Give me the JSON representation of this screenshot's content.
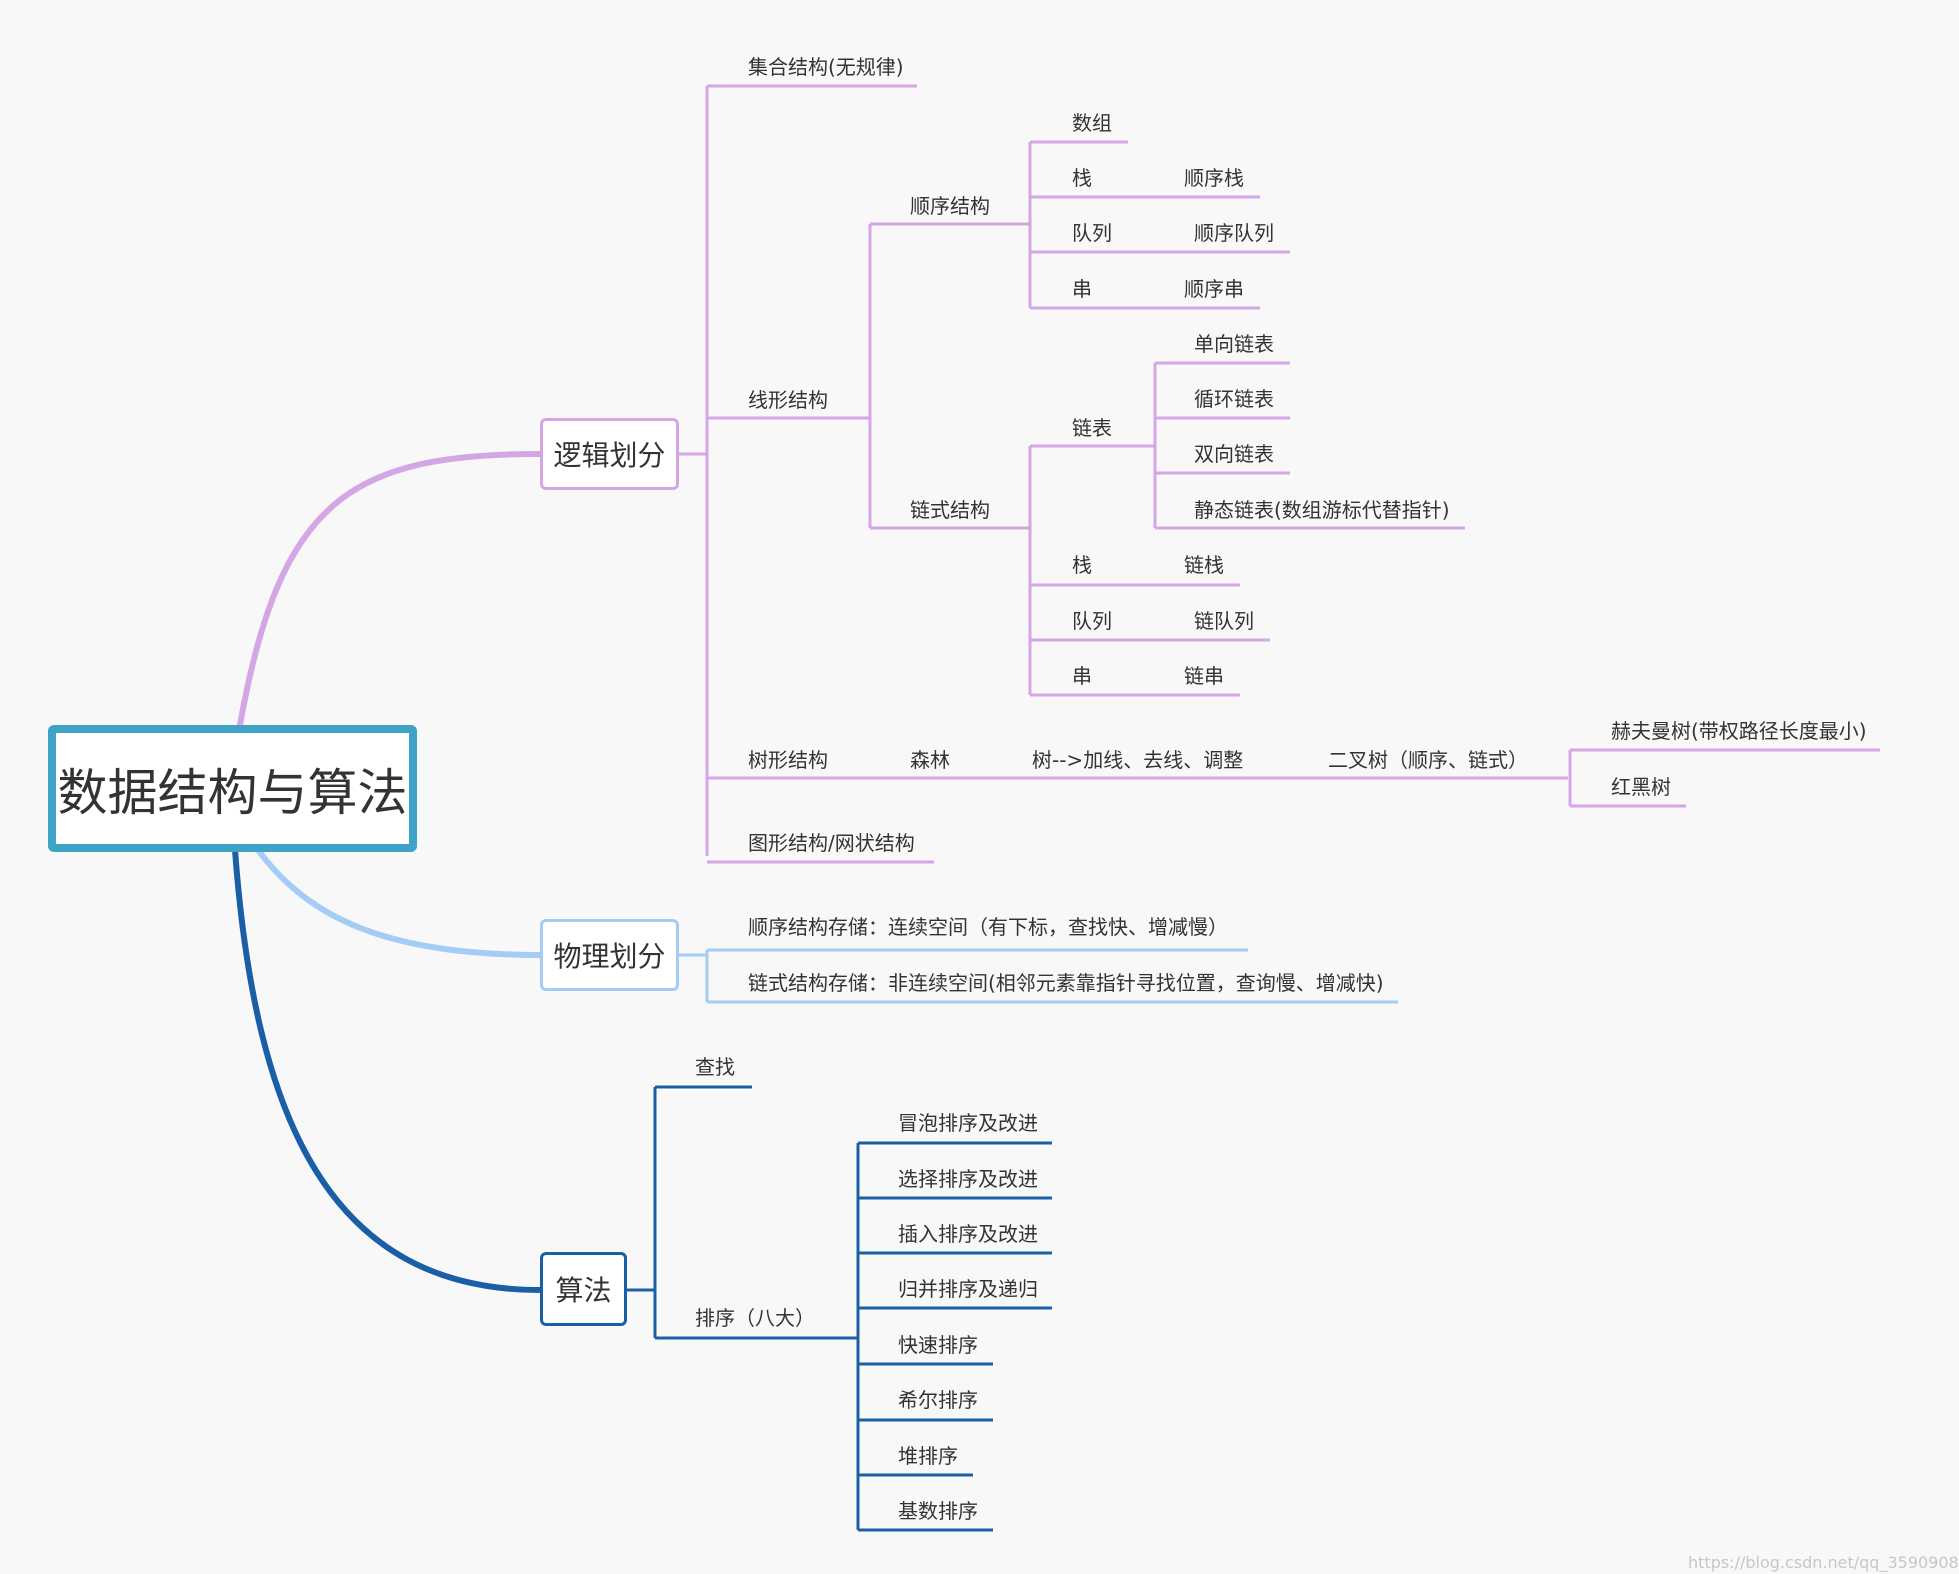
{
  "root": "数据结构与算法",
  "logic": {
    "label": "逻辑划分",
    "set": "集合结构(无规律)",
    "linear": "线形结构",
    "seq": "顺序结构",
    "seq_items": [
      "数组",
      "栈",
      "顺序栈",
      "队列",
      "顺序队列",
      "串",
      "顺序串"
    ],
    "linked": "链式结构",
    "linklist": "链表",
    "linklist_items": [
      "单向链表",
      "循环链表",
      "双向链表",
      "静态链表(数组游标代替指针)"
    ],
    "linked_items": [
      "栈",
      "链栈",
      "队列",
      "链队列",
      "串",
      "链串"
    ],
    "tree": "树形结构",
    "forest": "森林",
    "tree_conv": "树-->加线、去线、调整",
    "binary": "二叉树（顺序、链式）",
    "huffman": "赫夫曼树(带权路径长度最小)",
    "redblack": "红黑树",
    "graph": "图形结构/网状结构"
  },
  "physical": {
    "label": "物理划分",
    "seq_store": "顺序结构存储：连续空间（有下标，查找快、增减慢）",
    "link_store": "链式结构存储：非连续空间(相邻元素靠指针寻找位置，查询慢、增减快)"
  },
  "algo": {
    "label": "算法",
    "search": "查找",
    "sort": "排序（八大）",
    "sorts": [
      "冒泡排序及改进",
      "选择排序及改进",
      "插入排序及改进",
      "归并排序及递归",
      "快速排序",
      "希尔排序",
      "堆排序",
      "基数排序"
    ]
  },
  "watermark": "https://blog.csdn.net/qq_3590908",
  "colors": {
    "root": "#3ea3c6",
    "logic": "#d4a6e6",
    "physical": "#a4cdf5",
    "algo": "#1a5fa6"
  }
}
